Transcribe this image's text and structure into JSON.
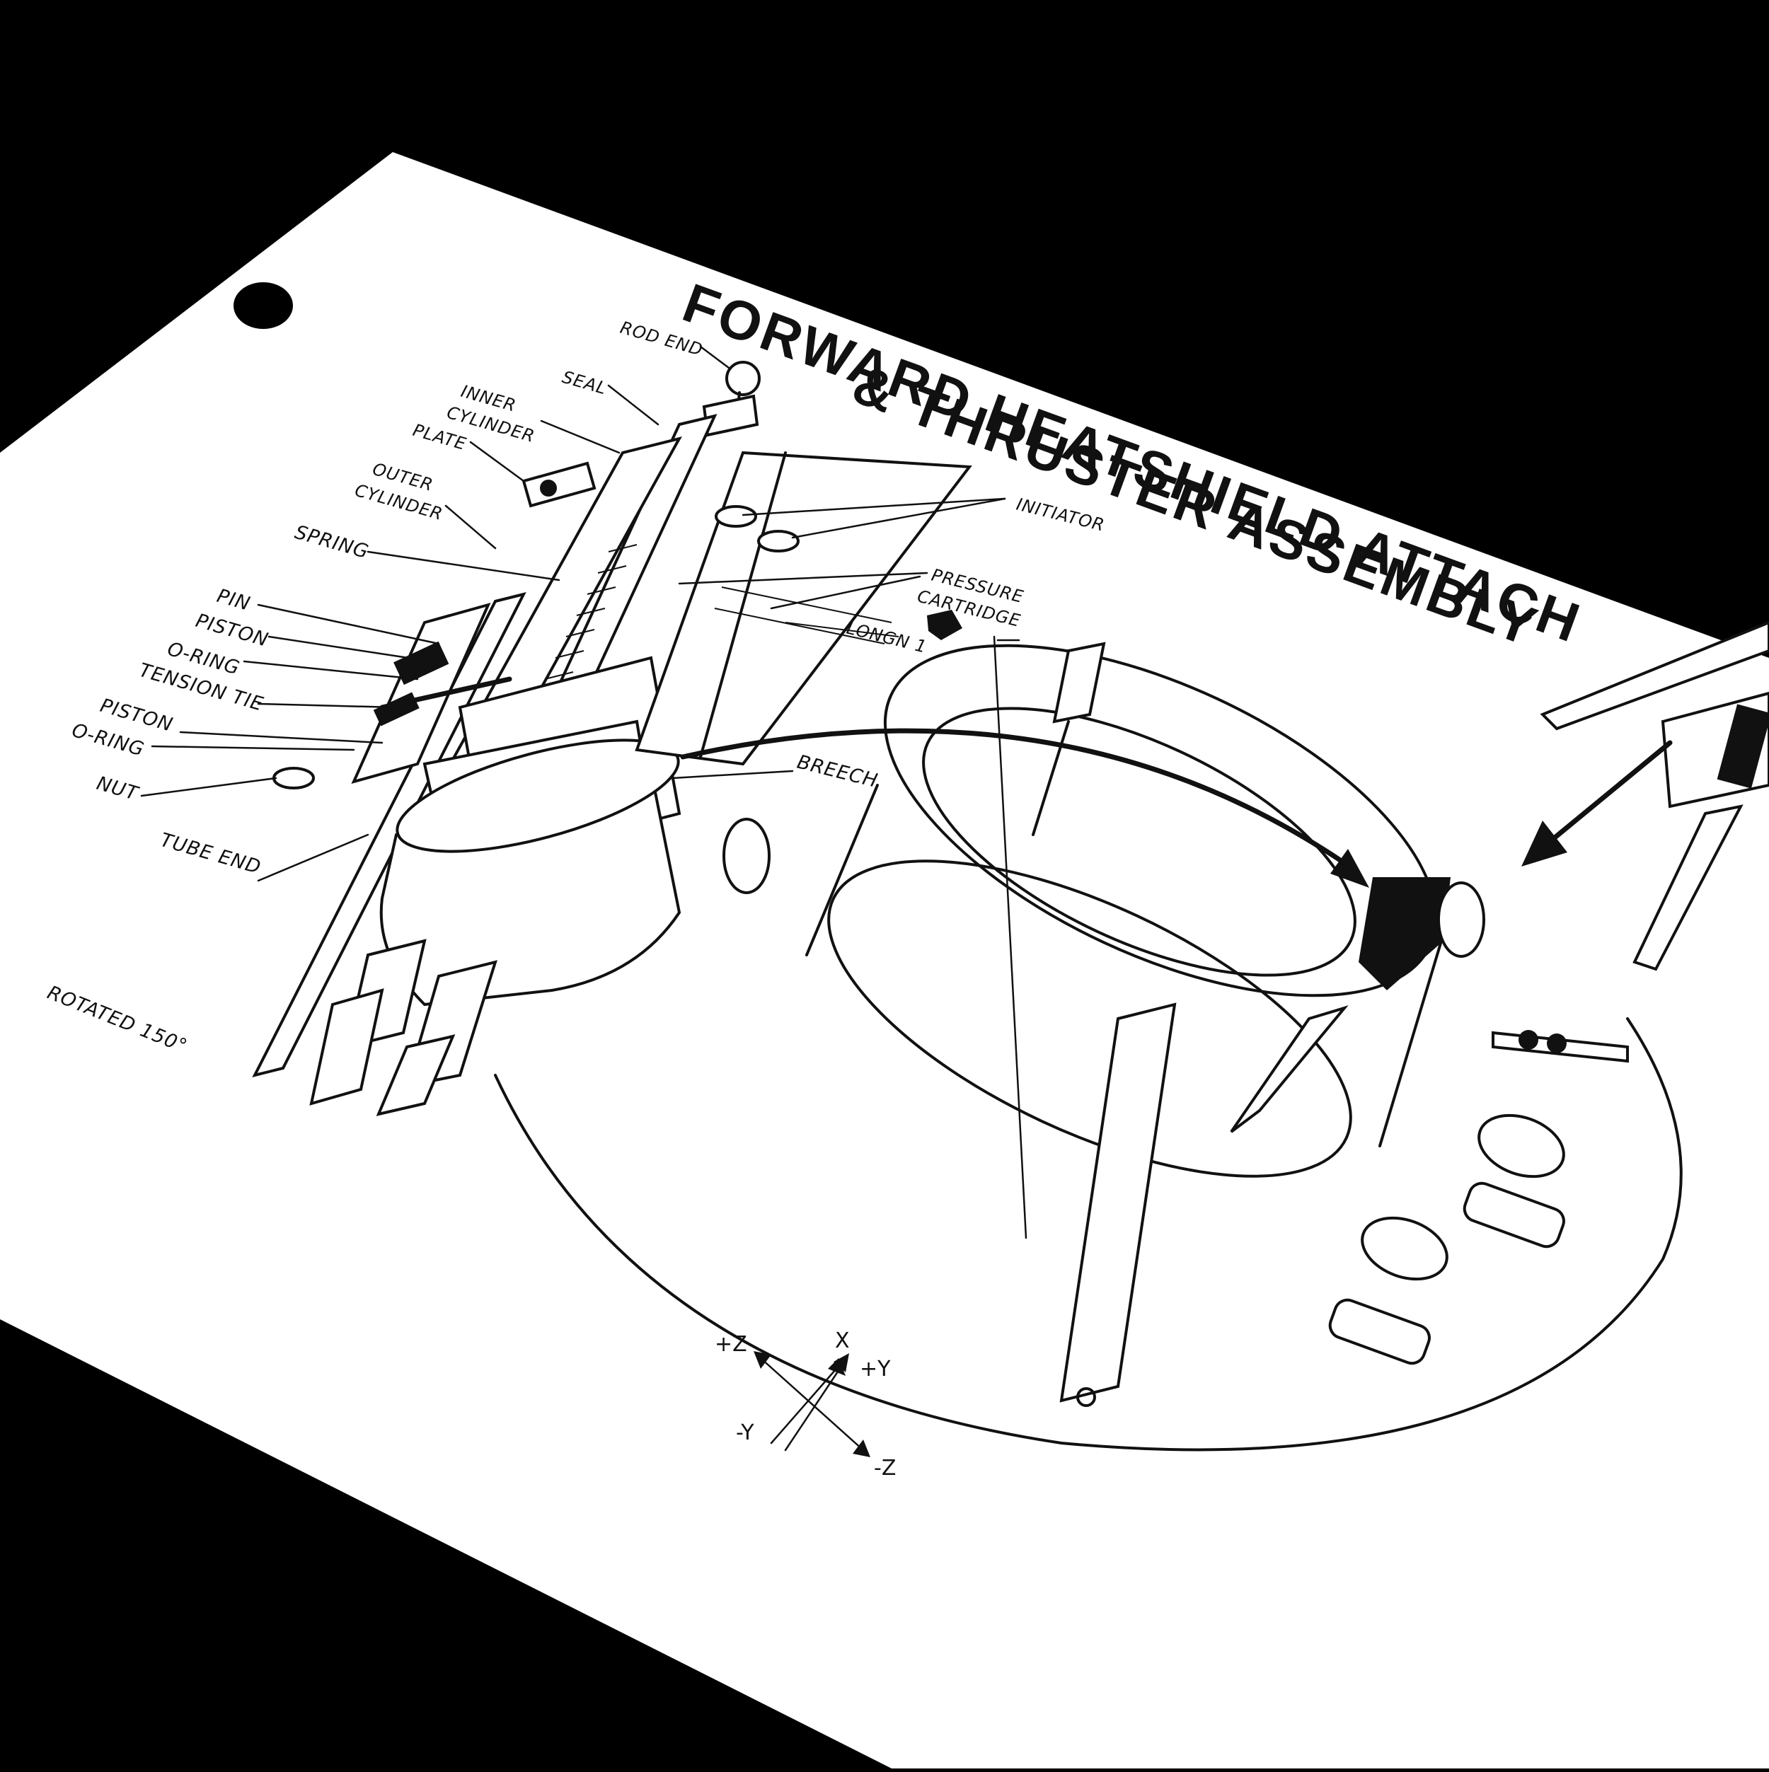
{
  "page": {
    "background": "#000000",
    "paper_color": "#ffffff",
    "ink_color": "#111111",
    "binder_hole": true
  },
  "title": {
    "line1": "FORWARD HEATSHIELD ATTACH",
    "line2": "& THRUSTER ASSEMBLY"
  },
  "callouts": {
    "rod_end": "ROD END",
    "seal": "SEAL",
    "inner_cylinder_1": "INNER",
    "inner_cylinder_2": "CYLINDER",
    "plate": "PLATE",
    "outer_cylinder_1": "OUTER",
    "outer_cylinder_2": "CYLINDER",
    "spring": "SPRING",
    "pin": "PIN",
    "piston_1": "PISTON",
    "o_ring_1": "O-RING",
    "tension_tie": "TENSION TIE",
    "piston_2": "PISTON",
    "o_ring_2": "O-RING",
    "nut": "NUT",
    "tube_end": "TUBE END",
    "initiator": "INITIATOR",
    "pressure_cartridge_1": "PRESSURE",
    "pressure_cartridge_2": "CARTRIDGE",
    "longn": "LONGN 1",
    "breech": "BREECH"
  },
  "notes": {
    "rotation": "ROTATED 150°"
  },
  "axes_triad": {
    "x": "X",
    "plus_y": "+Y",
    "minus_y": "-Y",
    "plus_z": "+Z",
    "minus_z": "-Z"
  }
}
